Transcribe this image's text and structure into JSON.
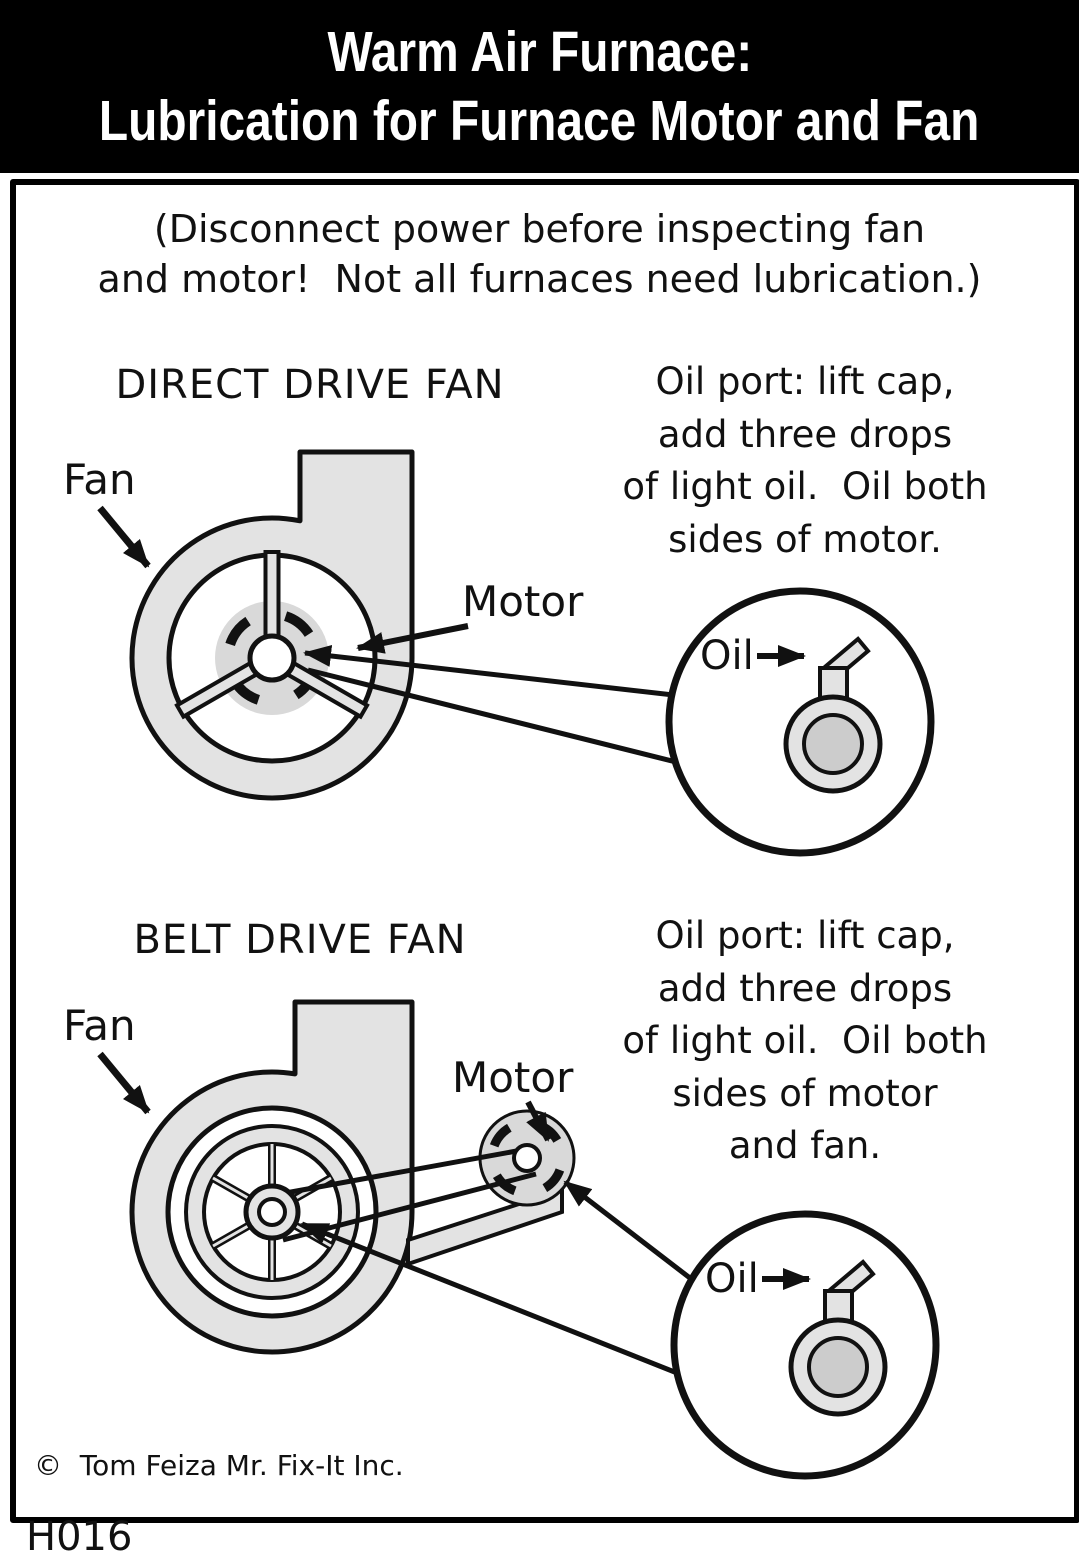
{
  "title": {
    "line1": "Warm Air Furnace:",
    "line2": "Lubrication for Furnace Motor and Fan"
  },
  "note": {
    "line1": "(Disconnect power before inspecting fan",
    "line2": "and motor!  Not all furnaces need lubrication.)"
  },
  "direct_drive": {
    "heading": "DIRECT DRIVE FAN",
    "instructions": [
      "Oil port: lift cap,",
      "add three drops",
      "of light oil.  Oil both",
      "sides of motor."
    ],
    "labels": {
      "fan": "Fan",
      "motor": "Motor",
      "oil": "Oil"
    }
  },
  "belt_drive": {
    "heading": "BELT DRIVE FAN",
    "instructions": [
      "Oil port: lift cap,",
      "add three drops",
      "of light oil.  Oil both",
      "sides of motor",
      "and fan."
    ],
    "labels": {
      "fan": "Fan",
      "motor": "Motor",
      "oil": "Oil"
    }
  },
  "footer": {
    "copyright": "©  Tom Feiza Mr. Fix-It Inc.",
    "code": "H016"
  },
  "colors": {
    "banner_bg": "#000000",
    "banner_text": "#ffffff",
    "diagram_fill": "#e3e3e3",
    "motor_fill": "#d9d9d9",
    "line": "#111111"
  }
}
